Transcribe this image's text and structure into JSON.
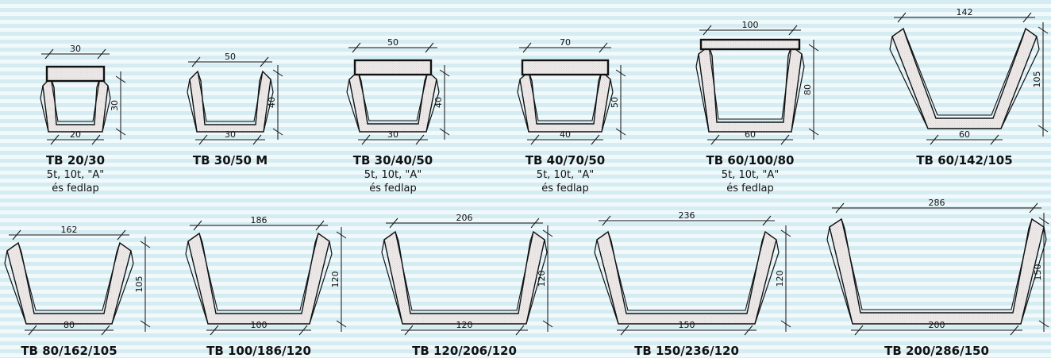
{
  "products": [
    {
      "name": "TB 20/30",
      "top": "30",
      "bottom": "20",
      "height": "30",
      "description": [
        "5t, 10t, \"A\"",
        "és fedlap"
      ]
    },
    {
      "name": "TB 30/50 M",
      "top": "50",
      "bottom": "30",
      "height": "40",
      "description": []
    },
    {
      "name": "TB 30/40/50",
      "top": "50",
      "bottom": "30",
      "height": "40",
      "description": [
        "5t, 10t, \"A\"",
        "és fedlap"
      ]
    },
    {
      "name": "TB 40/70/50",
      "top": "70",
      "bottom": "40",
      "height": "50",
      "description": [
        "5t, 10t, \"A\"",
        "és fedlap"
      ]
    },
    {
      "name": "TB 60/100/80",
      "top": "100",
      "bottom": "60",
      "height": "80",
      "description": [
        "5t, 10t, \"A\"",
        "és fedlap"
      ]
    },
    {
      "name": "TB 60/142/105",
      "top": "142",
      "bottom": "60",
      "height": "105",
      "description": []
    },
    {
      "name": "TB 80/162/105",
      "top": "162",
      "bottom": "80",
      "height": "105",
      "description": []
    },
    {
      "name": "TB 100/186/120",
      "top": "186",
      "bottom": "100",
      "height": "120",
      "description": []
    },
    {
      "name": "TB 120/206/120",
      "top": "206",
      "bottom": "120",
      "height": "120",
      "description": []
    },
    {
      "name": "TB 150/236/120",
      "top": "236",
      "bottom": "150",
      "height": "120",
      "description": []
    },
    {
      "name": "TB 200/286/150",
      "top": "286",
      "bottom": "200",
      "height": "150",
      "description": []
    }
  ],
  "colors": {
    "background_stripe_a": "#d5ecf3",
    "background_stripe_b": "#f1f9fb",
    "concrete_fill": "#f1eded",
    "concrete_hatch": "#c8bfbf",
    "outline": "#111111",
    "text": "#111111"
  }
}
